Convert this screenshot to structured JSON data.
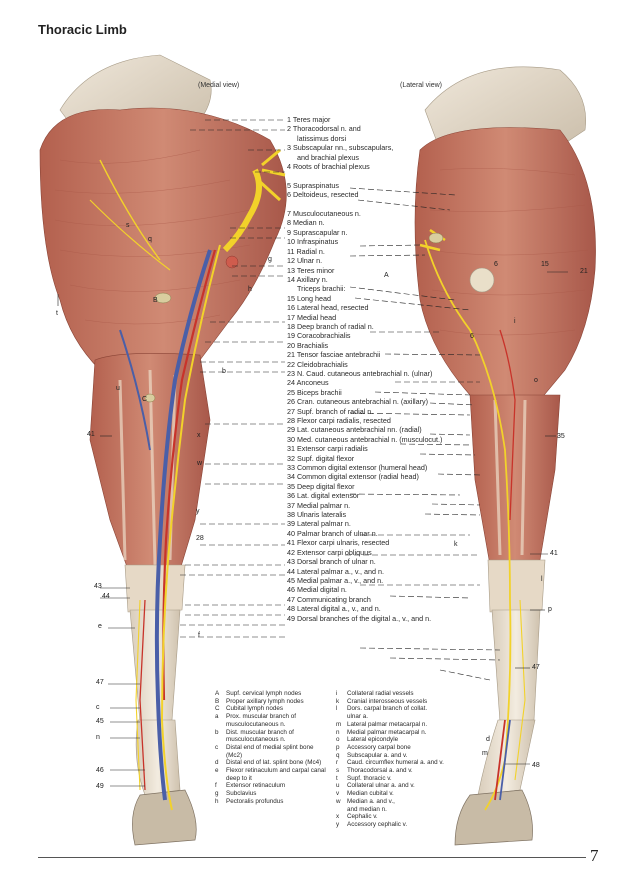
{
  "title": "Thoracic Limb",
  "views": {
    "medial": "(Medial view)",
    "lateral": "(Lateral view)"
  },
  "numbered_labels": [
    {
      "t": "1 Teres major"
    },
    {
      "t": "2 Thoracodorsal n. and"
    },
    {
      "t": "latissimus dorsi",
      "sub": true
    },
    {
      "t": "3 Subscapular nn., subscapulars,"
    },
    {
      "t": "and brachial plexus",
      "sub": true
    },
    {
      "t": "4   Roots of brachial plexus"
    },
    {
      "t": ""
    },
    {
      "t": "5 Supraspinatus"
    },
    {
      "t": "6 Deltoideus, resected"
    },
    {
      "t": ""
    },
    {
      "t": "7 Musculocutaneous n."
    },
    {
      "t": "8 Median n."
    },
    {
      "t": "9 Suprascapular n."
    },
    {
      "t": "10 Infraspinatus"
    },
    {
      "t": "11 Radial n."
    },
    {
      "t": "12 Ulnar n."
    },
    {
      "t": "13 Teres minor"
    },
    {
      "t": "14 Axillary n."
    },
    {
      "t": "Triceps brachii:",
      "sub": true
    },
    {
      "t": "15   Long head"
    },
    {
      "t": "16   Lateral head, resected"
    },
    {
      "t": "17   Medial head"
    },
    {
      "t": "18 Deep branch of radial n."
    },
    {
      "t": "19 Coracobrachialis"
    },
    {
      "t": "20 Brachialis"
    },
    {
      "t": "21 Tensor fasciae antebrachii"
    },
    {
      "t": "22 Cleidobrachialis"
    },
    {
      "t": "23 N. Caud. cutaneous antebrachial n. (ulnar)"
    },
    {
      "t": "24 Anconeus"
    },
    {
      "t": "25 Biceps brachii"
    },
    {
      "t": "26 Cran. cutaneous antebrachial n. (axillary)"
    },
    {
      "t": "27 Supf. branch of radial n."
    },
    {
      "t": "28 Flexor carpi radialis, resected"
    },
    {
      "t": "29 Lat. cutaneous antebrachial nn. (radial)"
    },
    {
      "t": "30 Med. cutaneous antebrachial n. (musculocut.)"
    },
    {
      "t": "31 Extensor carpi radialis"
    },
    {
      "t": "32 Supf. digital flexor"
    },
    {
      "t": "33 Common digital extensor (humeral head)"
    },
    {
      "t": "34 Common digital extensor (radial head)"
    },
    {
      "t": "35 Deep digital flexor"
    },
    {
      "t": "36 Lat. digital extensor"
    },
    {
      "t": "37 Medial palmar n."
    },
    {
      "t": "38 Ulnaris lateralis"
    },
    {
      "t": "39 Lateral palmar n."
    },
    {
      "t": "40 Palmar branch of ulnar n."
    },
    {
      "t": "41 Flexor carpi ulnaris, resected"
    },
    {
      "t": "42 Extensor carpi obliquus"
    },
    {
      "t": "43 Dorsal branch of ulnar n."
    },
    {
      "t": "44 Lateral palmar a., v., and n."
    },
    {
      "t": "45 Medial palmar a., v., and n."
    },
    {
      "t": "46 Medial digital n."
    },
    {
      "t": "47 Communicating branch"
    },
    {
      "t": "48 Lateral digital a., v., and n."
    },
    {
      "t": "49 Dorsal branches of the digital a., v., and n."
    }
  ],
  "legend_left": [
    {
      "k": "A",
      "t": "Supf. cervical lymph nodes"
    },
    {
      "k": "B",
      "t": "Proper axillary lymph nodes"
    },
    {
      "k": "C",
      "t": "Cubital lymph nodes"
    },
    {
      "k": "a",
      "t": "Prox. muscular branch of"
    },
    {
      "k": "",
      "t": "musculocutaneous n."
    },
    {
      "k": "b",
      "t": "Dist. muscular branch of"
    },
    {
      "k": "",
      "t": "musculocutaneous n."
    },
    {
      "k": "c",
      "t": "Distal end of medial splint bone"
    },
    {
      "k": "",
      "t": "(Mc2)"
    },
    {
      "k": "d",
      "t": "Distal end of lat. splint bone (Mc4)"
    },
    {
      "k": "e",
      "t": "Flexor retinaculum and carpal canal"
    },
    {
      "k": "",
      "t": "deep to it"
    },
    {
      "k": "f",
      "t": "Extensor retinaculum"
    },
    {
      "k": "g",
      "t": "Subclavius"
    },
    {
      "k": "h",
      "t": "Pectoralis profundus"
    }
  ],
  "legend_right": [
    {
      "k": "i",
      "t": "Collateral radial vessels"
    },
    {
      "k": "k",
      "t": "Cranial interosseous vessels"
    },
    {
      "k": "l",
      "t": "Dors. carpal branch of collat."
    },
    {
      "k": "",
      "t": "ulnar a."
    },
    {
      "k": "m",
      "t": "Lateral palmar metacarpal n."
    },
    {
      "k": "n",
      "t": "Medial palmar metacarpal n."
    },
    {
      "k": "o",
      "t": "Lateral epicondyle"
    },
    {
      "k": "p",
      "t": "Accessory carpal bone"
    },
    {
      "k": "q",
      "t": "Subscapular a. and v."
    },
    {
      "k": "r",
      "t": "Caud. circumflex humeral a. and v."
    },
    {
      "k": "s",
      "t": "Thoracodorsal a. and v."
    },
    {
      "k": "t",
      "t": "Supf. thoracic v."
    },
    {
      "k": "u",
      "t": "Collateral ulnar a. and v."
    },
    {
      "k": "v",
      "t": "Median cubital v."
    },
    {
      "k": "w",
      "t": "Median a. and v.,"
    },
    {
      "k": "",
      "t": "and median n."
    },
    {
      "k": "x",
      "t": "Cephalic v."
    },
    {
      "k": "y",
      "t": "Accessory cephalic v."
    }
  ],
  "figure_labels": [
    {
      "t": "s"
    },
    {
      "t": "q"
    },
    {
      "t": "B"
    },
    {
      "t": "t"
    },
    {
      "t": "g"
    },
    {
      "t": "h"
    },
    {
      "t": "b"
    },
    {
      "t": "u"
    },
    {
      "t": "C"
    },
    {
      "t": "41"
    },
    {
      "t": "x"
    },
    {
      "t": "w"
    },
    {
      "t": "y"
    },
    {
      "t": "28"
    },
    {
      "t": "43"
    },
    {
      "t": "44"
    },
    {
      "t": "e"
    },
    {
      "t": "f"
    },
    {
      "t": "47"
    },
    {
      "t": "c"
    },
    {
      "t": "45"
    },
    {
      "t": "n"
    },
    {
      "t": "46"
    },
    {
      "t": "49"
    },
    {
      "t": "A"
    },
    {
      "t": "6"
    },
    {
      "t": "15"
    },
    {
      "t": "21"
    },
    {
      "t": "i"
    },
    {
      "t": "6"
    },
    {
      "t": "o"
    },
    {
      "t": "35"
    },
    {
      "t": "k"
    },
    {
      "t": "41"
    },
    {
      "t": "l"
    },
    {
      "t": "p"
    },
    {
      "t": "47"
    },
    {
      "t": "d"
    },
    {
      "t": "m"
    },
    {
      "t": "48"
    }
  ],
  "page_number": "7",
  "colors": {
    "muscle": "#c4735f",
    "muscle_dark": "#9e4c3c",
    "tendon": "#e8dccb",
    "nerve": "#f2d22a",
    "vein": "#4a5fa8",
    "artery": "#c8332a",
    "bone": "#f0e6cf",
    "hoof": "#8c7b68"
  }
}
